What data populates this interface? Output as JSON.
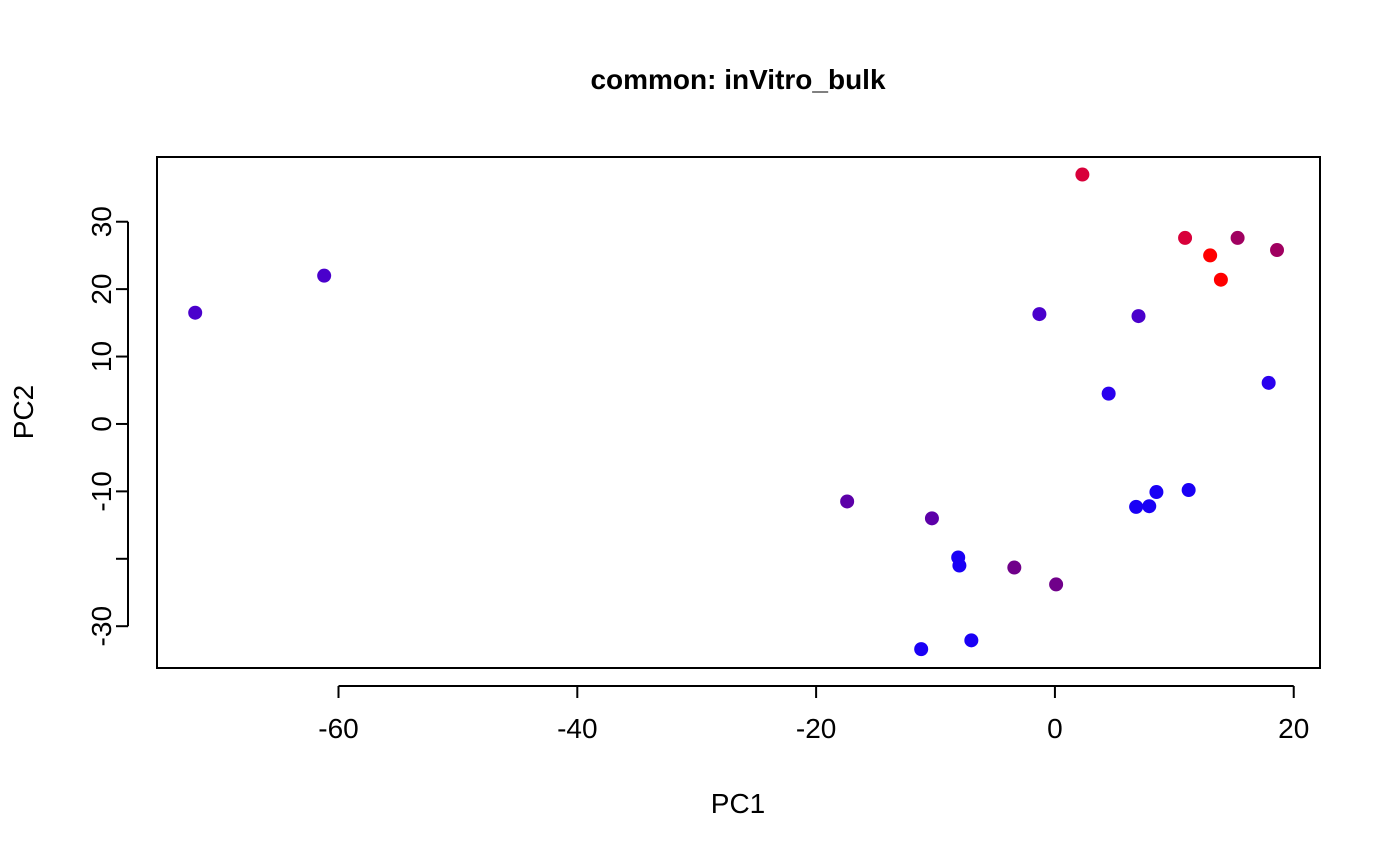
{
  "chart_data": {
    "type": "scatter",
    "title": "common: inVitro_bulk",
    "xlabel": "PC1",
    "ylabel": "PC2",
    "xlim": [
      -75.2,
      22.2
    ],
    "ylim": [
      -36.2,
      39.6
    ],
    "x_ticks": [
      -60,
      -40,
      -20,
      0,
      20
    ],
    "x_tick_labels": [
      "-60",
      "-40",
      "-20",
      "0",
      "20"
    ],
    "y_ticks": [
      -30,
      -20,
      -10,
      0,
      10,
      20,
      30
    ],
    "y_tick_labels": [
      "-30",
      "",
      "-10",
      "0",
      "10",
      "20",
      "30"
    ],
    "grid": false,
    "legend": "none",
    "points": [
      {
        "x": -72.0,
        "y": 16.5,
        "color": "#4A00CC"
      },
      {
        "x": -61.2,
        "y": 22.0,
        "color": "#4A00CC"
      },
      {
        "x": 2.3,
        "y": 37.0,
        "color": "#D8003A"
      },
      {
        "x": 10.9,
        "y": 27.6,
        "color": "#D8003A"
      },
      {
        "x": 13.0,
        "y": 25.0,
        "color": "#FF0000"
      },
      {
        "x": 13.9,
        "y": 21.4,
        "color": "#FF0000"
      },
      {
        "x": 15.3,
        "y": 27.6,
        "color": "#A00060"
      },
      {
        "x": 18.6,
        "y": 25.8,
        "color": "#A00060"
      },
      {
        "x": -1.3,
        "y": 16.3,
        "color": "#4A00CC"
      },
      {
        "x": 7.0,
        "y": 16.0,
        "color": "#4A00CC"
      },
      {
        "x": 4.5,
        "y": 4.5,
        "color": "#2A00EE"
      },
      {
        "x": 17.9,
        "y": 6.1,
        "color": "#2A00EE"
      },
      {
        "x": -17.4,
        "y": -11.5,
        "color": "#5C00A8"
      },
      {
        "x": -10.3,
        "y": -14.0,
        "color": "#5C00A8"
      },
      {
        "x": 6.8,
        "y": -12.3,
        "color": "#1A00F5"
      },
      {
        "x": 7.9,
        "y": -12.2,
        "color": "#1A00F5"
      },
      {
        "x": 8.5,
        "y": -10.1,
        "color": "#1A00F5"
      },
      {
        "x": 11.2,
        "y": -9.8,
        "color": "#1A00F5"
      },
      {
        "x": -8.1,
        "y": -19.8,
        "color": "#1A00F5"
      },
      {
        "x": -8.0,
        "y": -21.0,
        "color": "#1A00F5"
      },
      {
        "x": -3.4,
        "y": -21.3,
        "color": "#70008A"
      },
      {
        "x": 0.1,
        "y": -23.8,
        "color": "#70008A"
      },
      {
        "x": -11.2,
        "y": -33.4,
        "color": "#1A00F5"
      },
      {
        "x": -7.0,
        "y": -32.1,
        "color": "#1A00F5"
      }
    ]
  }
}
